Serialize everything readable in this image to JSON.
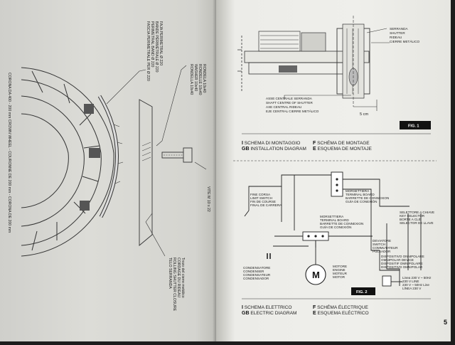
{
  "left_page": {
    "labels": {
      "strip_1": "FASCIA PERIMETRALE PER Ø 220",
      "strip_2": "PERIMETRAL BAND Ø 220",
      "strip_3": "BANDE PÉRIMÉTRALE Ø 220",
      "strip_4": "FAJA PERIMETRAL Ø 220",
      "washer_1": "RONDELLA 10x40",
      "washer_2": "WASHER 10x40",
      "washer_3": "RONDELLE 10x40",
      "washer_4": "RONDELA 10x40",
      "screw": "VITE M 10 x 22",
      "crown": "CORONA DA 400 - 200 mm CROWN WHEEL - COURONNE DE 200 mm - CORONA DE 200 mm",
      "roller_1": "TELO SERRANDA",
      "roller_2": "ROLLING SHUTTER CLOSURE",
      "roller_3": "CORDAGE DU RIDEAU",
      "roller_4": "Trozo del cierre metálico"
    }
  },
  "right_page": {
    "fig1": {
      "shutter_1": "SERRANDA",
      "shutter_2": "SHUTTER",
      "shutter_3": "RIDEAU",
      "shutter_4": "CIERRE METÁLICO",
      "axis_1": "ASSE CENTRALE SERRANDA",
      "axis_2": "SHAFT CENTRE OF SHUTTER",
      "axis_3": "AXE CENTRAL RIDEAU",
      "axis_4": "EJE CENTRAL CIERRE METÁLICO",
      "dimension": "5 cm",
      "badge": "FIG. 1",
      "cap_i_prefix": "I",
      "cap_i": " SCHEMA DI MONTAGGIO",
      "cap_gb_prefix": "GB",
      "cap_gb": " INSTALLATION DIAGRAM",
      "cap_f_prefix": "F",
      "cap_f": " SCHÉMA DE MONTAGE",
      "cap_e_prefix": "E",
      "cap_e": " ESQUEMA DE MONTAJE"
    },
    "fig2": {
      "limit_1": "FINE CORSA",
      "limit_2": "LIMIT SWITCH",
      "limit_3": "FIN DE COURSE",
      "limit_4": "FINAL DE CARRERA",
      "tb1_1": "MORSETTIERA",
      "tb1_2": "TERMINAL BOARD",
      "tb1_3": "BARRETTE DE CONNEXION",
      "tb1_4": "GUÍA DE CONEXIÓN",
      "tb2_1": "MORSETTIERA",
      "tb2_2": "TERMINAL BOARD",
      "tb2_3": "BARRETTE DE CONNEXION",
      "tb2_4": "GUÍA DE CONEXIÓN",
      "key_1": "SELETTORE A CHIAVE",
      "key_2": "KEY SELECTOR",
      "key_3": "BORTE A CLÉ",
      "key_4": "SELECTOR DE LLAVE",
      "sw_1": "DEVIATORE",
      "sw_2": "SWITCH",
      "sw_3": "COMMUTATEUR",
      "sw_4": "PULSADOR",
      "om_1": "DISPOSITIVO ONNIPOLARE",
      "om_2": "OMNIPOLAR DEVICE",
      "om_3": "DISPOSITIF OMNIPOLAIRE",
      "om_4": "DISPOSITIVO OMNIPOLAR",
      "cap_1": "CONDENSATORE",
      "cap_2": "CONDENSER",
      "cap_3": "CONDENSATEUR",
      "cap_4": "CONDENSADOR",
      "mot_1": "MOTORE",
      "mot_2": "ENGINE",
      "mot_3": "MOTEUR",
      "mot_4": "MOTOR",
      "motor_symbol": "M",
      "line_1": "Linea 230 V ~ 50Hz",
      "line_2": "230 V LINE",
      "line_3": "230 V ~ 50Hz Line",
      "line_4": "LÍNEA 230 V",
      "badge": "FIG. 2",
      "cap_i_prefix": "I",
      "cap_i": " SCHEMA ELETTRICO",
      "cap_gb_prefix": "GB",
      "cap_gb": " ELECTRIC DIAGRAM",
      "cap_f_prefix": "F",
      "cap_f": " SCHÉMA ÉLECTRIQUE",
      "cap_e_prefix": "E",
      "cap_e": " ESQUEMA ELÉCTRICO"
    },
    "page_number": "5"
  },
  "colors": {
    "paper_left": "#d8d8d3",
    "paper_right": "#eeeeea",
    "ink": "#222222",
    "background": "#1d1d1d"
  }
}
